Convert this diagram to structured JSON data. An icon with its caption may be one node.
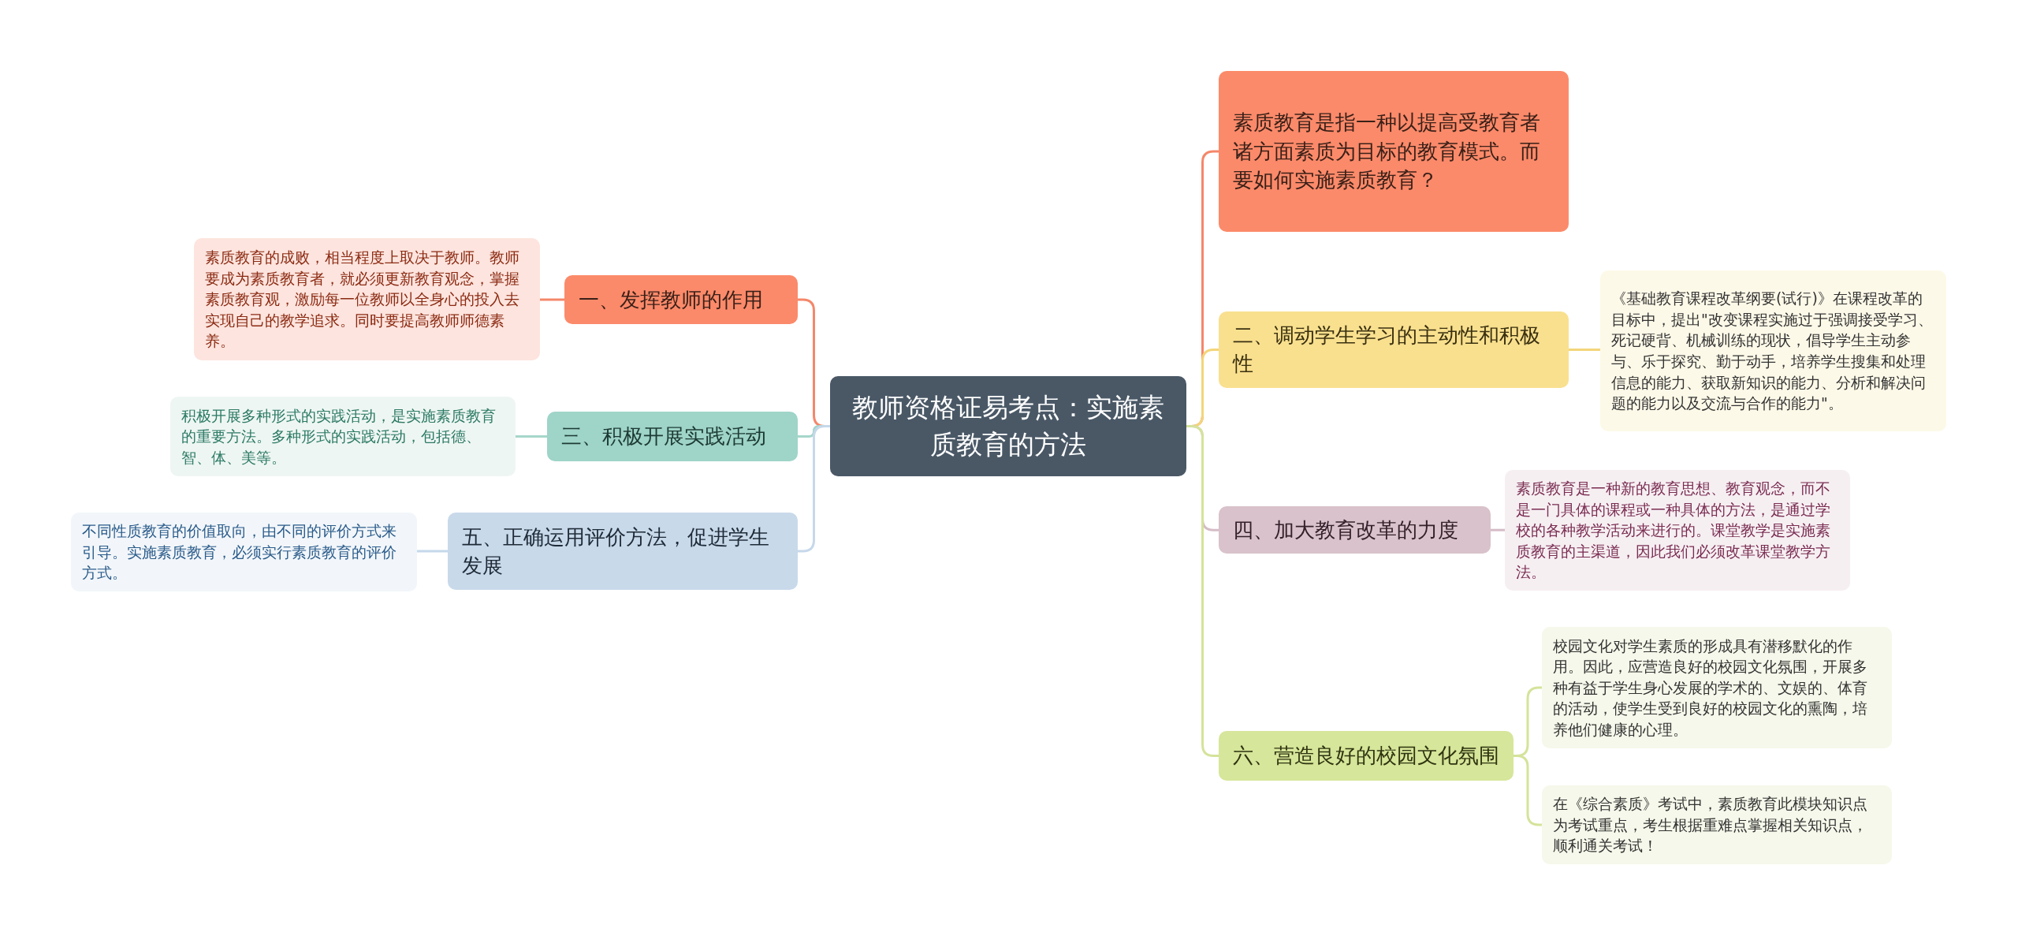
{
  "diagram": {
    "nodes": [
      {
        "text": [
          "教师资格证易考点：实施素质教育的方法"
        ]
      },
      {
        "text": [
          "素质教育是指一种以提高受教育者诸方面素质为目标的教育模式。而要如何实施素质教育？"
        ]
      },
      {
        "text": [
          "二、调动学生学习的主动性和积极性"
        ]
      },
      {
        "text": [
          "《基础教育课程改革纲要(试行)》在课程改革的目标中，提出\"改变课程实施过于强调接受学习、死记硬背、机械训练的现状，倡导学生主动参与、乐于探究、勤于动手，培养学生搜集和处理信息的能力、获取新知识的能力、分析和解决问题的能力以及交流与合作的能力\"。"
        ]
      },
      {
        "text": [
          "四、加大教育改革的力度"
        ]
      },
      {
        "text": [
          "素质教育是一种新的教育思想、教育观念，而不是一门具体的课程或一种具体的方法，是通过学校的各种教学活动来进行的。课堂教学是实施素质教育的主渠道，因此我们必须改革课堂教学方法。"
        ]
      },
      {
        "text": [
          "六、营造良好的校园文化氛围"
        ]
      },
      {
        "text": [
          "校园文化对学生素质的形成具有潜移默化的作用。因此，应营造良好的校园文化氛围，开展多种有益于学生身心发展的学术的、文娱的、体育的活动，使学生受到良好的校园文化的熏陶，培养他们健康的心理。"
        ]
      },
      {
        "text": [
          "在《综合素质》考试中，素质教育此模块知识点为考试重点，考生根据重难点掌握相关知识点，顺利通关考试！"
        ]
      },
      {
        "text": [
          "一、发挥教师的作用"
        ]
      },
      {
        "text": [
          "素质教育的成败，相当程度上取决于教师。教师要成为素质教育者，就必须更新教育观念，掌握素质教育观，激励每一位教师以全身心的投入去实现自己的教学追求。同时要提高教师师德素养。"
        ]
      },
      {
        "text": [
          "三、积极开展实践活动"
        ]
      },
      {
        "text": [
          "积极开展多种形式的实践活动，是实施素质教育的重要方法。多种形式的实践活动，包括德、智、体、美等。"
        ]
      },
      {
        "text": [
          "五、正确运用评价方法，促进学生发展"
        ]
      },
      {
        "text": [
          "不同性质教育的价值取向，由不同的评价方式来引导。实施素质教育，必须实行素质教育的评价方式。"
        ]
      }
    ],
    "edges": [
      {
        "from": 0,
        "to": 1,
        "arrow": "none",
        "color": "#f4876a"
      },
      {
        "from": 0,
        "to": 2,
        "arrow": "none",
        "color": "#f3d57a"
      },
      {
        "from": 2,
        "to": 3,
        "arrow": "none",
        "color": "#f3d57a"
      },
      {
        "from": 0,
        "to": 4,
        "arrow": "none",
        "color": "#d5bcc6"
      },
      {
        "from": 4,
        "to": 5,
        "arrow": "none",
        "color": "#d5bcc6"
      },
      {
        "from": 0,
        "to": 6,
        "arrow": "none",
        "color": "#d4e39a"
      },
      {
        "from": 6,
        "to": 7,
        "arrow": "none",
        "color": "#d4e39a"
      },
      {
        "from": 6,
        "to": 8,
        "arrow": "none",
        "color": "#d4e39a"
      },
      {
        "from": 0,
        "to": 9,
        "arrow": "none",
        "color": "#f4876a"
      },
      {
        "from": 9,
        "to": 10,
        "arrow": "none",
        "color": "#f4876a"
      },
      {
        "from": 0,
        "to": 11,
        "arrow": "none",
        "color": "#a5d6ca"
      },
      {
        "from": 11,
        "to": 12,
        "arrow": "none",
        "color": "#a5d6ca"
      },
      {
        "from": 0,
        "to": 13,
        "arrow": "none",
        "color": "#c6d8ea"
      },
      {
        "from": 13,
        "to": 14,
        "arrow": "none",
        "color": "#c6d8ea"
      }
    ]
  }
}
